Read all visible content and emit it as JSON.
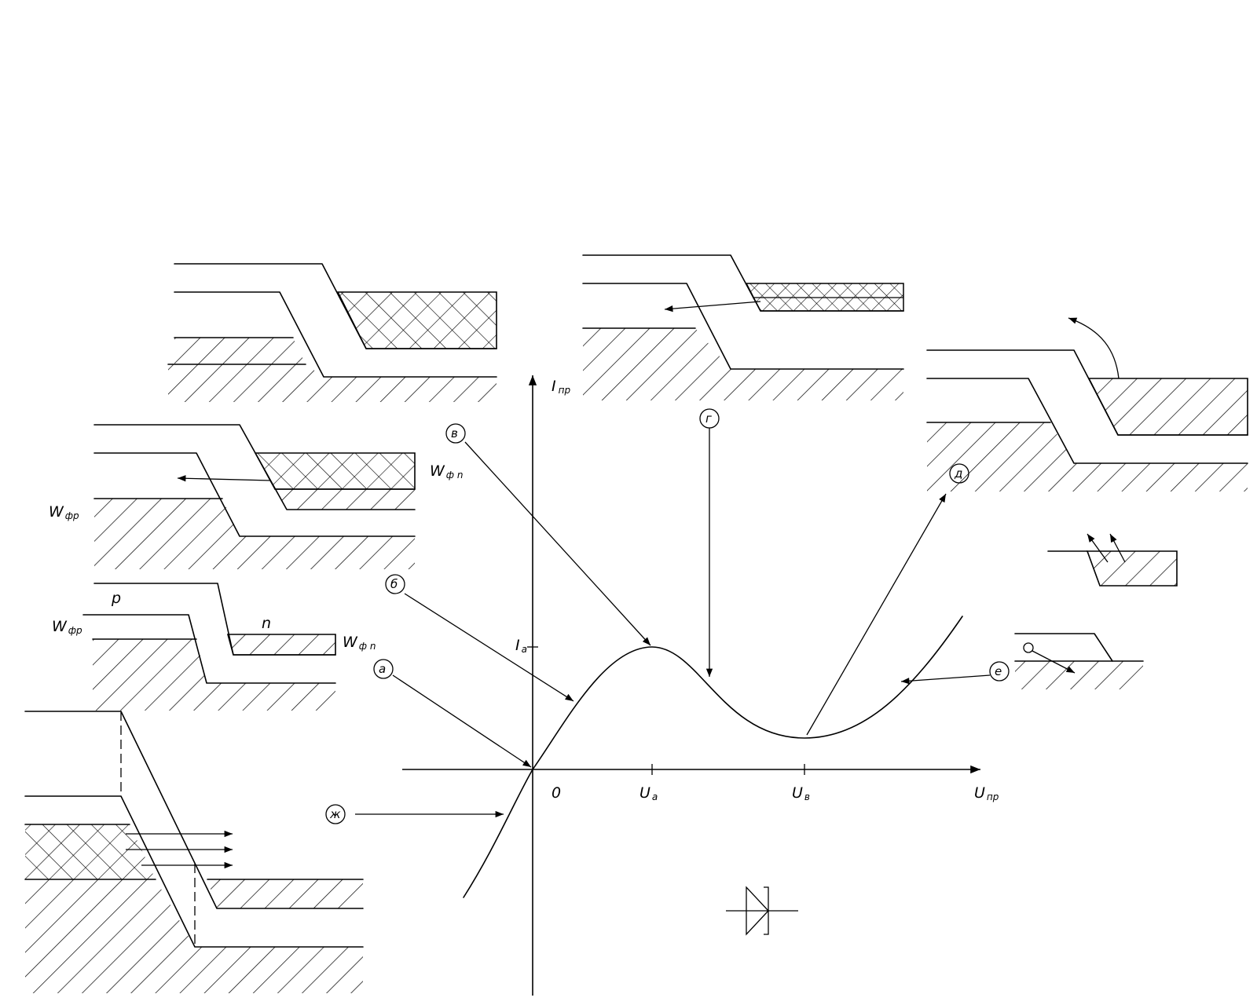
{
  "axes": {
    "y_label": "I",
    "y_label_sub": "пр",
    "x_label": "U",
    "x_label_sub": "пр",
    "origin": "0",
    "ia_label": "I",
    "ia_sub": "a",
    "ua_label": "U",
    "ua_sub": "a",
    "uv_label": "U",
    "uv_sub": "в"
  },
  "markers": {
    "a": "а",
    "b": "б",
    "v": "в",
    "g": "г",
    "d": "д",
    "e": "е",
    "zh": "ж"
  },
  "band_labels": {
    "w_fp_top": "W",
    "w_fp_top_sub": "фр",
    "w_fn_top": "W",
    "w_fn_top_sub": "ф n",
    "p": "p",
    "n": "n",
    "w_fp_mid": "W",
    "w_fp_mid_sub": "фр",
    "w_fn_mid": "W",
    "w_fn_mid_sub": "ф n"
  }
}
